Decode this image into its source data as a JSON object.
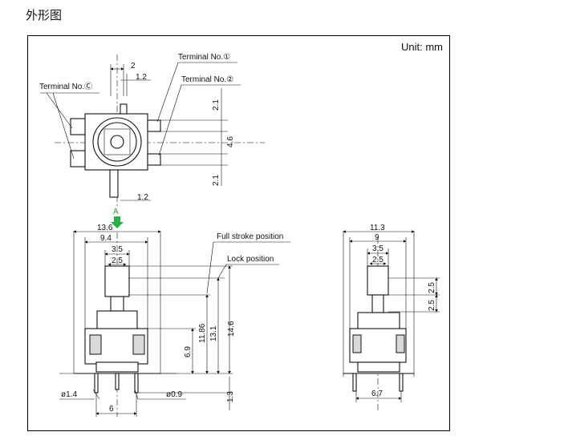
{
  "page_title": "外形图",
  "unit_label": "Unit: mm",
  "terminals": {
    "t1": "Terminal No.①",
    "t2": "Terminal No.②",
    "tc": "Terminal No.Ⓒ"
  },
  "annotations": {
    "full_stroke": "Full stroke position",
    "lock": "Lock position",
    "arrow_a": "A"
  },
  "top_view_dims": {
    "d_2": "2",
    "d_1_2_top": "1.2",
    "d_1_2_bottom": "1.2",
    "d_2_1_top": "2.1",
    "d_4_6": "4.6",
    "d_2_1_bottom": "2.1"
  },
  "front_view_dims": {
    "d_13_6": "13.6",
    "d_9_4": "9.4",
    "d_3_5": "3.5",
    "d_2_5": "2.5",
    "d_6_9": "6.9",
    "d_11_86": "11.86",
    "d_13_1": "13.1",
    "d_14_6": "14.6",
    "d_1_3": "1.3",
    "d_phi_1_4": "ø1.4",
    "d_phi_0_9": "ø0.9",
    "d_6": "6"
  },
  "side_view_dims": {
    "d_11_3": "11.3",
    "d_9": "9",
    "d_3_5": "3.5",
    "d_2_5": "2.5",
    "d_2_5_a": "2.5",
    "d_2_5_b": "2.5",
    "d_6_7": "6.7"
  }
}
